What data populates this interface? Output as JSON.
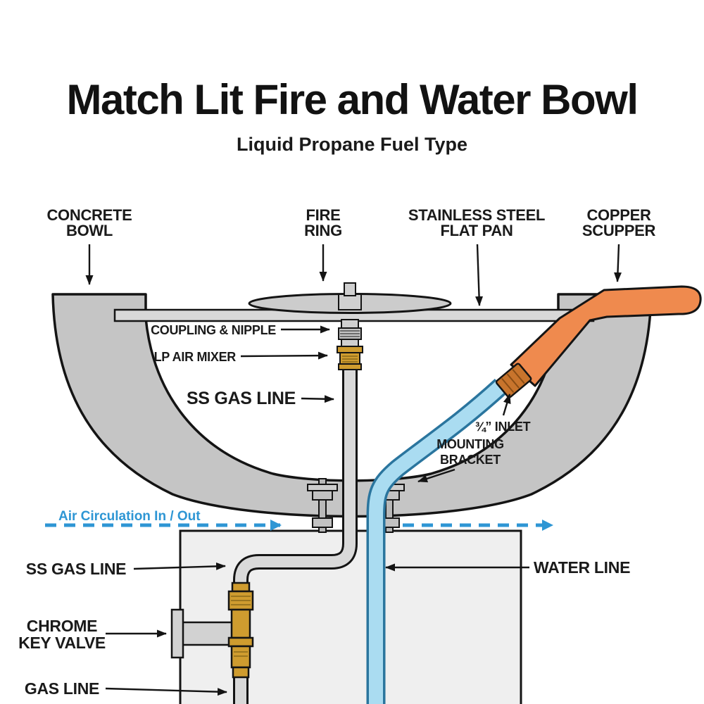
{
  "header": {
    "title": "Match Lit Fire and Water Bowl",
    "subtitle": "Liquid Propane Fuel Type"
  },
  "labels": {
    "concrete_bowl": {
      "line1": "CONCRETE",
      "line2": "BOWL"
    },
    "fire_ring": {
      "line1": "FIRE",
      "line2": "RING"
    },
    "flat_pan": {
      "line1": "STAINLESS STEEL",
      "line2": "FLAT PAN"
    },
    "copper_scupper": {
      "line1": "COPPER",
      "line2": "SCUPPER"
    },
    "coupling_nipple": "COUPLING & NIPPLE",
    "lp_air_mixer": "LP AIR MIXER",
    "ss_gas_line_upper": "SS GAS LINE",
    "inlet": "¾” INLET",
    "mounting_bracket": {
      "line1": "MOUNTING",
      "line2": "BRACKET"
    },
    "air_circulation": "Air Circulation In / Out",
    "ss_gas_line_lower": "SS GAS LINE",
    "water_line": "WATER LINE",
    "chrome_key_valve": {
      "line1": "CHROME",
      "line2": "KEY VALVE"
    },
    "gas_line": "GAS LINE"
  },
  "colors": {
    "label_text": "#1a1a1a",
    "air_circulation_blue": "#2e96d4",
    "copper_orange": "#ef8a4e",
    "brass_gold": "#cf9c2f",
    "water_blue": "#aadcf1",
    "metal_gray": "#c5c5c5"
  }
}
